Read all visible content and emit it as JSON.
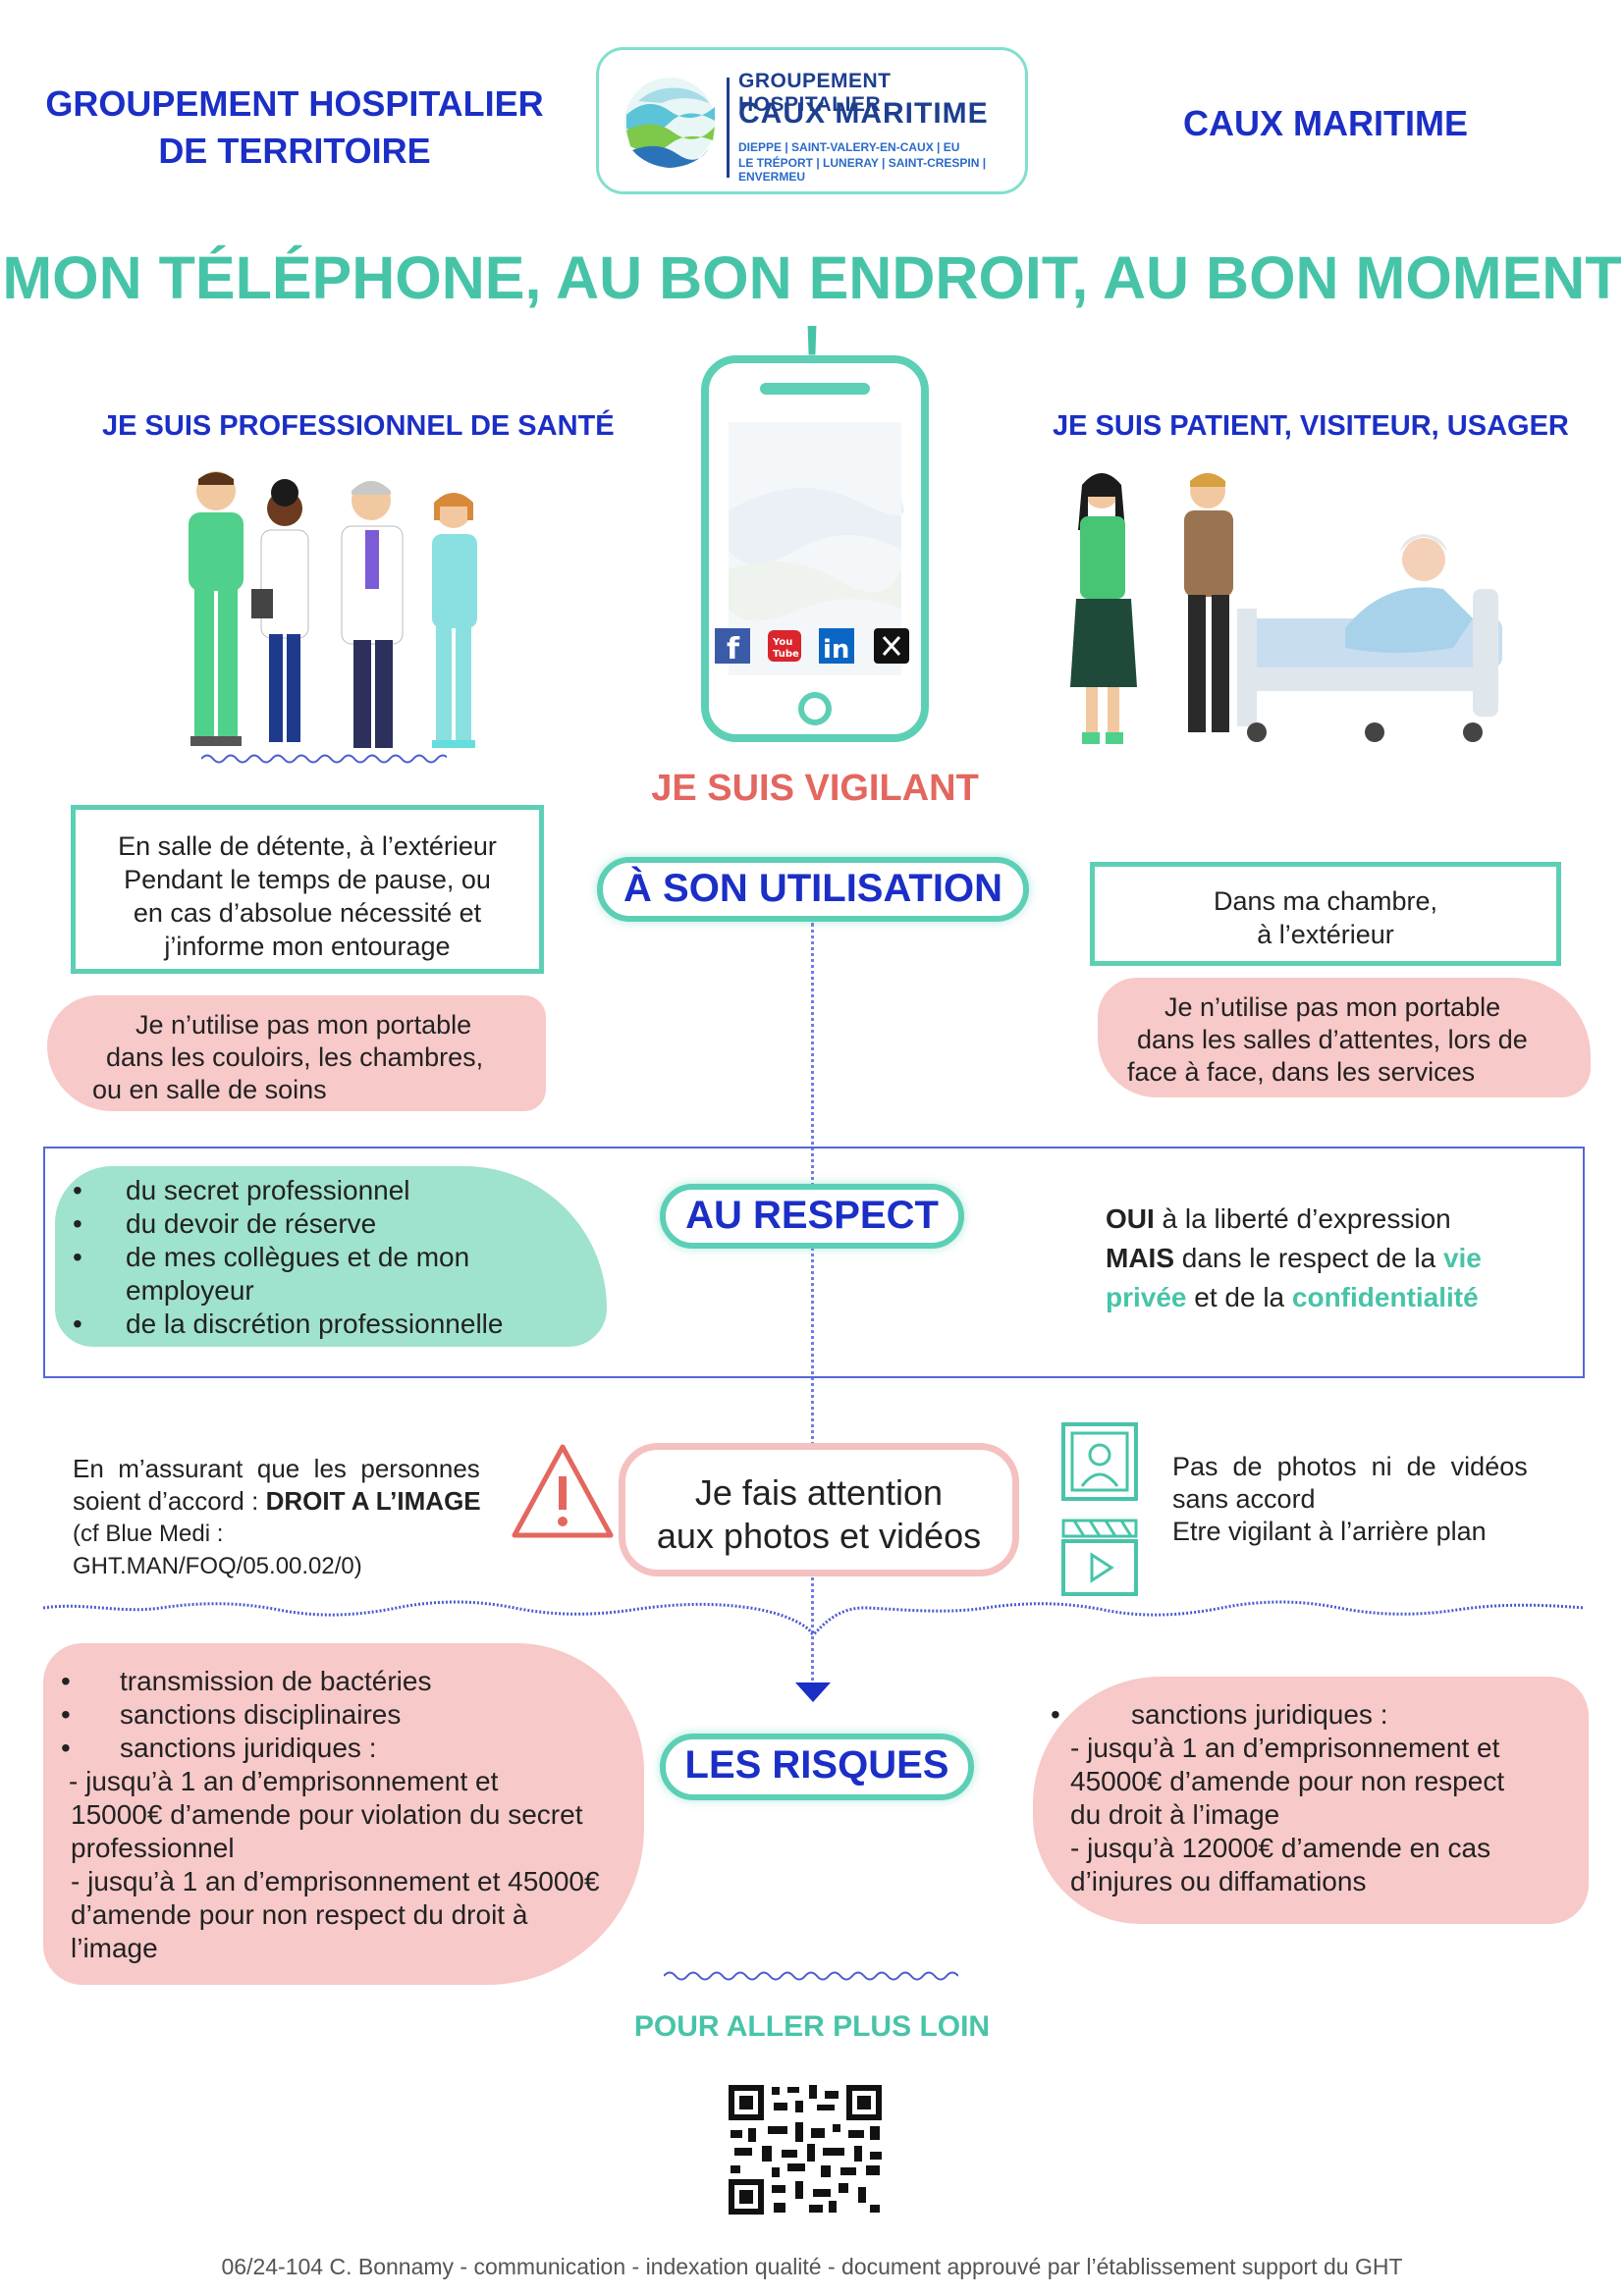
{
  "header": {
    "left_line1": "GROUPEMENT HOSPITALIER",
    "left_line2": "DE TERRITOIRE",
    "right": "CAUX MARITIME",
    "logo": {
      "line1": "GROUPEMENT HOSPITALIER",
      "line2": "CAUX MARITIME",
      "line3": "DIEPPE | SAINT-VALERY-EN-CAUX | EU",
      "line4": "LE TRÉPORT | LUNERAY | SAINT-CRESPIN | ENVERMEU"
    }
  },
  "title": "MON TÉLÉPHONE, AU BON ENDROIT, AU BON MOMENT !",
  "left_heading": "JE SUIS PROFESSIONNEL DE SANTÉ",
  "right_heading": "JE SUIS PATIENT, VISITEUR, USAGER",
  "vigilant": "JE SUIS VIGILANT",
  "phone_icons": [
    "facebook-icon",
    "youtube-icon",
    "linkedin-icon",
    "x-icon"
  ],
  "colors": {
    "teal": "#47c4a8",
    "blue": "#1b2fc6",
    "pink": "#f7c9c8",
    "green": "#9fe2cd",
    "red": "#e3675f"
  },
  "utilisation": {
    "label": "À SON UTILISATION",
    "left_box": [
      "En salle de détente, à l’extérieur",
      "Pendant le temps de pause, ou",
      "en cas d’absolue nécessité et",
      "j’informe mon  entourage"
    ],
    "right_box": [
      "Dans ma chambre,",
      "à l’extérieur"
    ],
    "left_pink": [
      "Je n’utilise pas mon portable",
      "dans les couloirs, les chambres,",
      "ou en salle de soins"
    ],
    "right_pink": [
      "Je n’utilise pas mon portable",
      "dans les salles d’attentes, lors de",
      "face à face, dans les services"
    ]
  },
  "respect": {
    "label": "AU RESPECT",
    "left_items": [
      "du secret professionnel",
      "du devoir de réserve",
      "de mes collègues et de mon employeur",
      "de la discrétion professionnelle"
    ],
    "right": {
      "oui": "OUI",
      "oui_rest": " à la liberté d’expression",
      "mais": "MAIS",
      "mais_rest": " dans le respect de la ",
      "vie": "vie",
      "privee": "privée",
      "et": " et de la ",
      "confid": "confidentialité"
    }
  },
  "image": {
    "left_line1": "En  m’assurant  que  les  personnes",
    "left_line2a": "soient d’accord : ",
    "left_line2b": "DROIT A L’IMAGE",
    "left_line3": "(cf Blue Medi : GHT.MAN/FOQ/05.00.02/0)",
    "center": [
      "Je fais attention",
      "aux photos et vidéos"
    ],
    "right": [
      "Pas  de  photos  ni  de  vidéos",
      "sans accord",
      "Etre vigilant à l’arrière plan"
    ]
  },
  "risques": {
    "label": "LES RISQUES",
    "left_items": [
      "transmission de bactéries",
      "sanctions disciplinaires",
      "sanctions juridiques  :"
    ],
    "left_text": [
      "- jusqu’à 1 an d’emprisonnement et",
      "15000€ d’amende pour violation du secret",
      "professionnel",
      "- jusqu’à 1 an d’emprisonnement et 45000€",
      "d’amende pour non respect du droit à",
      "l’image"
    ],
    "right_item": "sanctions juridiques  :",
    "right_text": [
      "- jusqu’à 1 an d’emprisonnement et",
      "45000€ d’amende pour non respect",
      "du droit à l’image",
      "- jusqu’à 12000€ d’amende en cas",
      "d’injures ou diffamations"
    ]
  },
  "plus_loin": "POUR ALLER PLUS LOIN",
  "footer": "06/24-104 C. Bonnamy - communication - indexation qualité - document approuvé par l’établissement support du GHT"
}
